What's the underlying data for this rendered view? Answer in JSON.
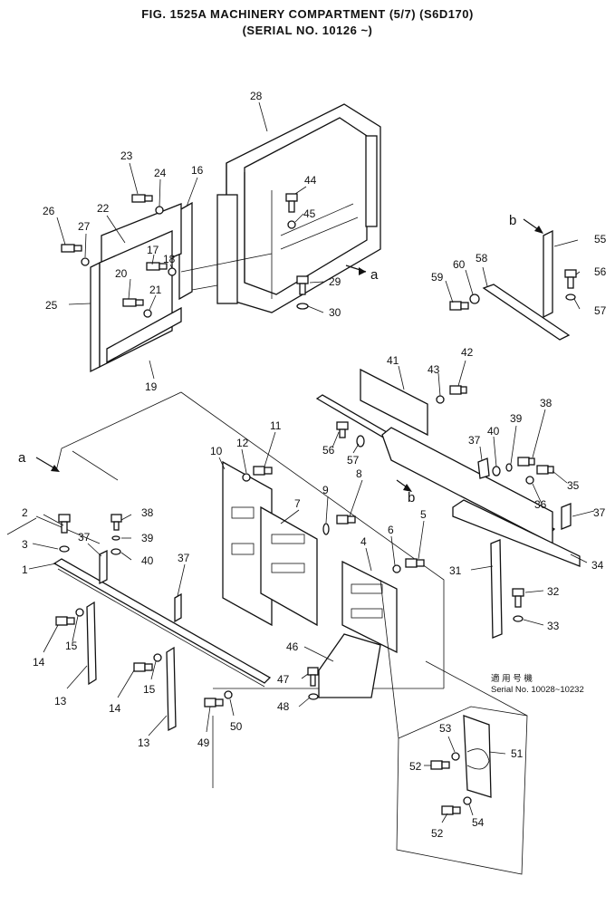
{
  "header": {
    "title_line1": "FIG. 1525A   MACHINERY COMPARTMENT (5/7) (S6D170)",
    "title_line2": "(SERIAL NO. 10126 ~)"
  },
  "refs": {
    "a": "a",
    "b": "b"
  },
  "note": {
    "line1": "適 用 号 機",
    "line2": "Serial No. 10028~10232"
  },
  "callouts": [
    "1",
    "2",
    "3",
    "4",
    "5",
    "6",
    "7",
    "8",
    "9",
    "10",
    "11",
    "12",
    "13",
    "13",
    "14",
    "14",
    "15",
    "15",
    "16",
    "17",
    "18",
    "19",
    "20",
    "21",
    "22",
    "23",
    "24",
    "25",
    "26",
    "27",
    "28",
    "29",
    "30",
    "31",
    "32",
    "33",
    "34",
    "35",
    "36",
    "37",
    "37",
    "37",
    "37",
    "38",
    "38",
    "39",
    "39",
    "40",
    "40",
    "41",
    "42",
    "43",
    "44",
    "45",
    "46",
    "47",
    "48",
    "49",
    "50",
    "51",
    "52",
    "52",
    "53",
    "54",
    "55",
    "56",
    "56",
    "57",
    "57",
    "58",
    "59",
    "60"
  ]
}
